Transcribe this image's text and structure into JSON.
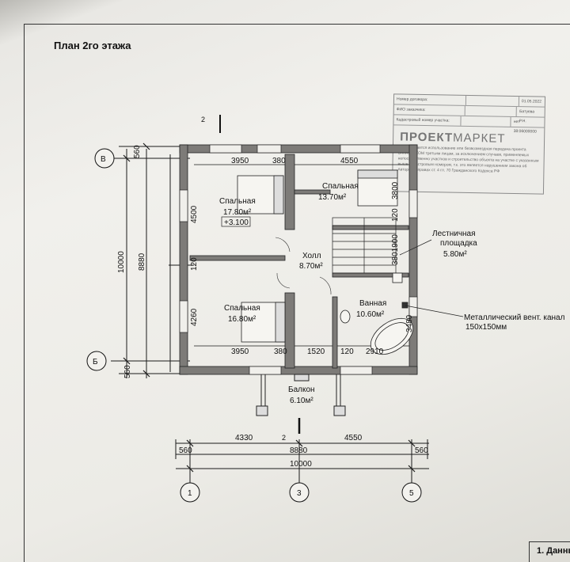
{
  "title": "План 2го этажа",
  "rooms": [
    {
      "name": "Спальная",
      "area": "17.80м²"
    },
    {
      "name": "Спальная",
      "area": "13.70м²"
    },
    {
      "name": "Холл",
      "area": "8.70м²"
    },
    {
      "name": "Лестничная площадка",
      "line1": "Лестничная",
      "line2": "площадка",
      "area": "5.80м²"
    },
    {
      "name": "Спальная",
      "area": "16.80м²"
    },
    {
      "name": "Ванная",
      "area": "10.60м²"
    },
    {
      "name": "Балкон",
      "area": "6.10м²"
    }
  ],
  "level_mark": "+3.100",
  "vent": {
    "line1": "Металлический вент. канал",
    "line2": "150х150мм"
  },
  "dims": {
    "top": [
      "3950",
      "380",
      "4550"
    ],
    "upper_middle": [
      "3950",
      "380",
      "1520",
      "120",
      "2910"
    ],
    "bottom": [
      "4330",
      "4550"
    ],
    "overall": [
      "560",
      "8880",
      "10000",
      "560"
    ],
    "left_chain": [
      "4500",
      "120",
      "4260"
    ],
    "left_overall": [
      "10000",
      "8880"
    ],
    "left_ends": [
      "560",
      "560"
    ],
    "inner": [
      "3800",
      "120",
      "3801900",
      "3480"
    ]
  },
  "axes": {
    "letters": [
      "В",
      "Б"
    ],
    "numbers": [
      "1",
      "3",
      "5"
    ]
  },
  "section_mark": "2",
  "stamp": {
    "rows": [
      {
        "k": "Номер договора:",
        "v1": "",
        "v2": "01.05.2022"
      },
      {
        "k": "ФИО заказчика:",
        "v1": "",
        "v2": "Батуева Р.Н."
      },
      {
        "k": "Кадастровый номер участка:",
        "v1": "",
        "v2": "нет 38:06000000"
      }
    ],
    "brand_bold": "ПРОЕКТ",
    "brand_light": "МАРКЕТ",
    "note": "Не допускается использование или безвозмездная передача проекта ЗАКАЗЧИКОМ третьим лицам, за исключением случаев, применяемых непосредственно участков и строительство объекта на участке с указанным выше кадастровым номером, т.к. это является нарушением закона об Авторских правах ст. 4 гл. 70 Гражданского Кодекса РФ"
  },
  "footer": "1. Данны",
  "colors": {
    "wall": "#7d7b78",
    "line": "#1a1a1a",
    "paper": "#f0efeb"
  }
}
